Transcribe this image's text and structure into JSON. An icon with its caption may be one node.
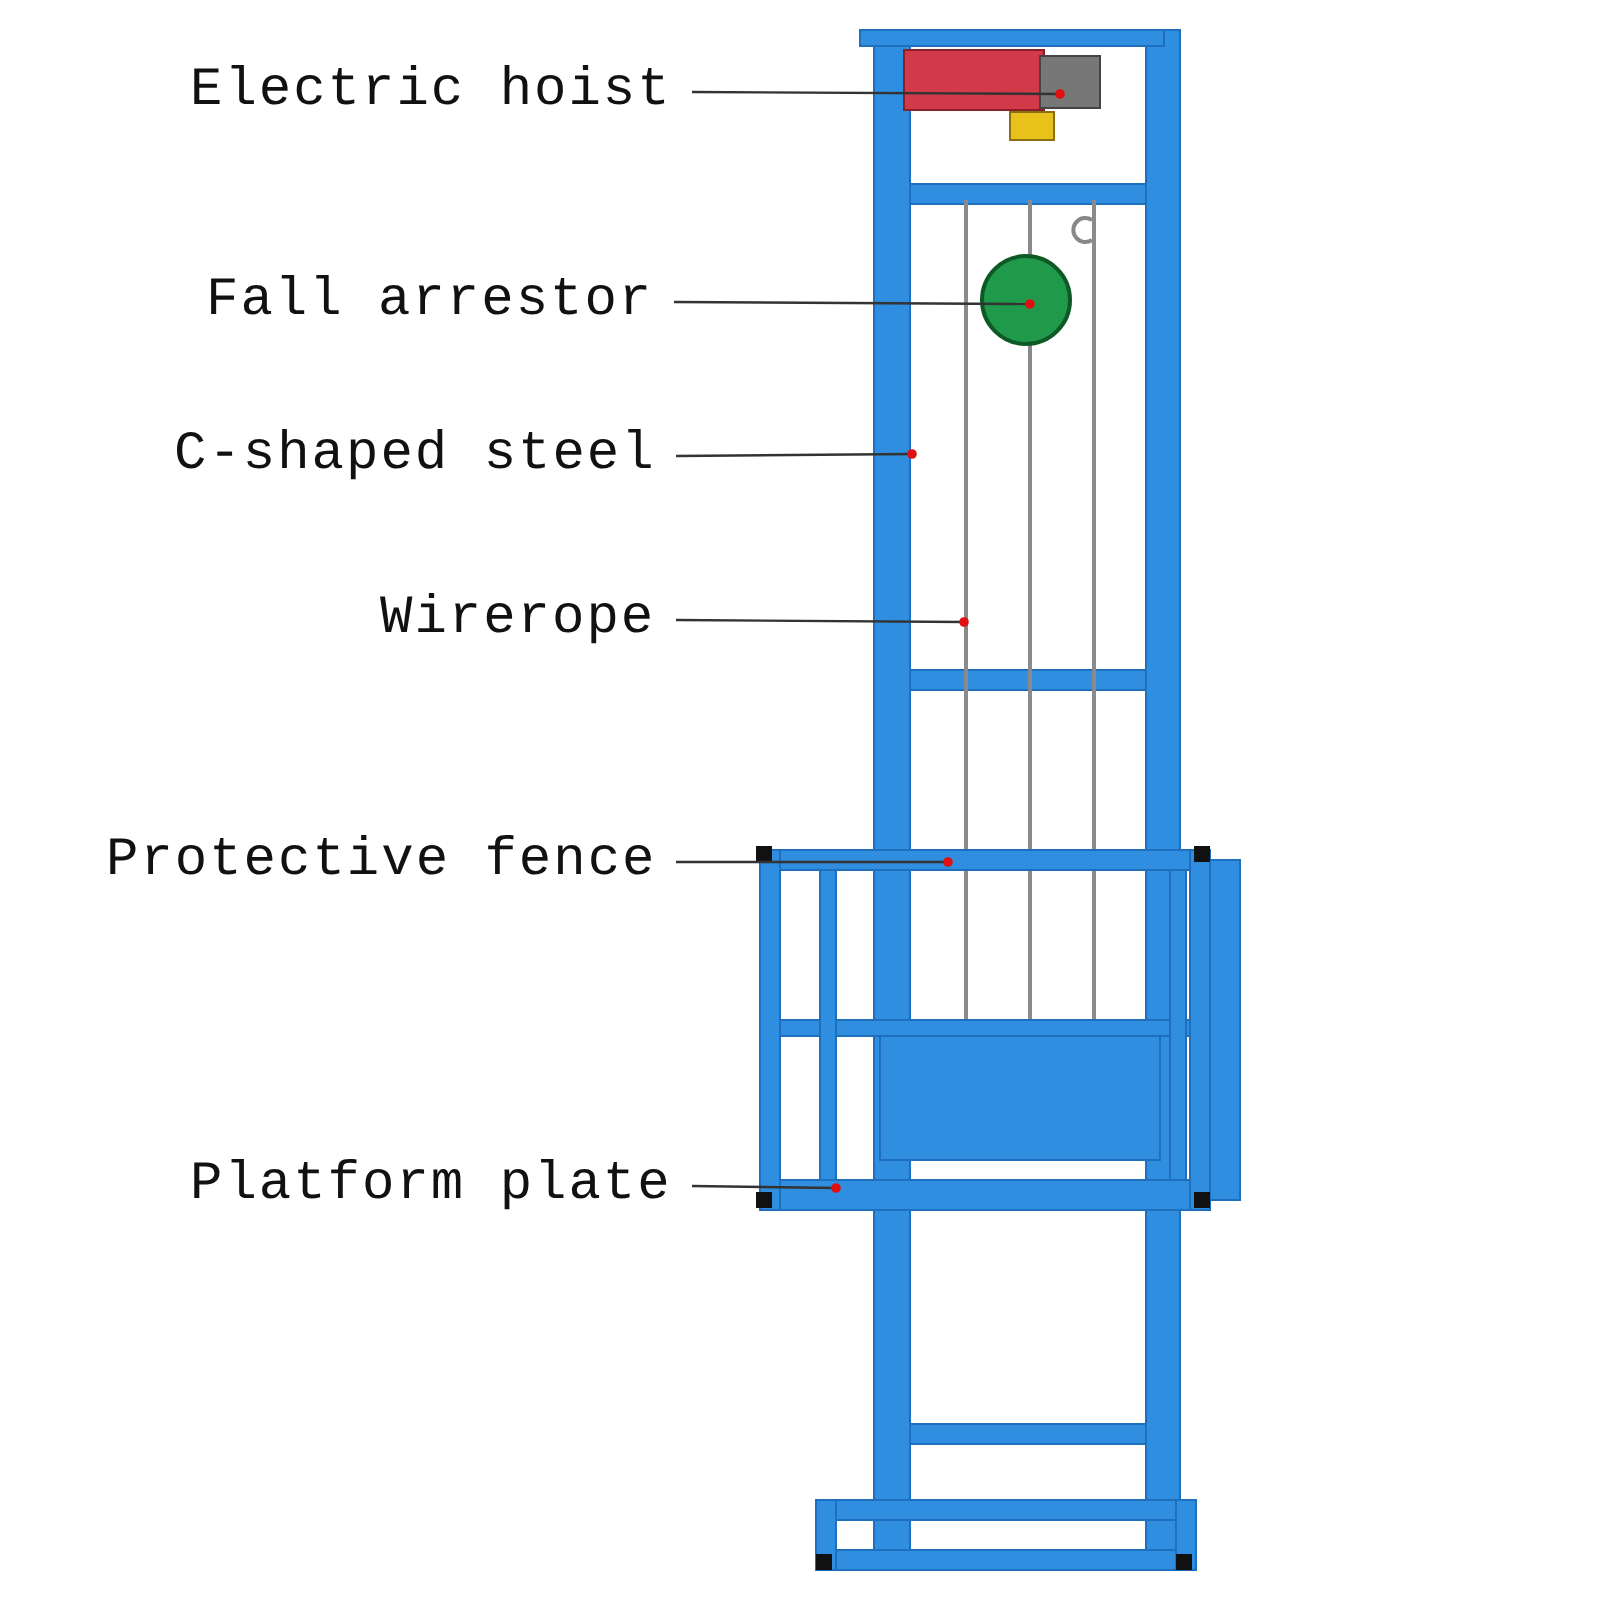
{
  "diagram": {
    "nodes": [
      {
        "text": [
          "Electric hoist"
        ]
      },
      {
        "text": [
          "Fall arrestor"
        ]
      },
      {
        "text": [
          "C-shaped steel"
        ]
      },
      {
        "text": [
          "Wirerope"
        ]
      },
      {
        "text": [
          "Protective fence"
        ]
      },
      {
        "text": [
          "Platform plate"
        ]
      }
    ],
    "edges": [
      {
        "from": 0,
        "to": null,
        "arrow": "other"
      },
      {
        "from": 1,
        "to": null,
        "arrow": "other"
      },
      {
        "from": 2,
        "to": null,
        "arrow": "other"
      },
      {
        "from": 3,
        "to": null,
        "arrow": "other"
      },
      {
        "from": 4,
        "to": null,
        "arrow": "other"
      },
      {
        "from": 5,
        "to": null,
        "arrow": "other"
      }
    ]
  }
}
